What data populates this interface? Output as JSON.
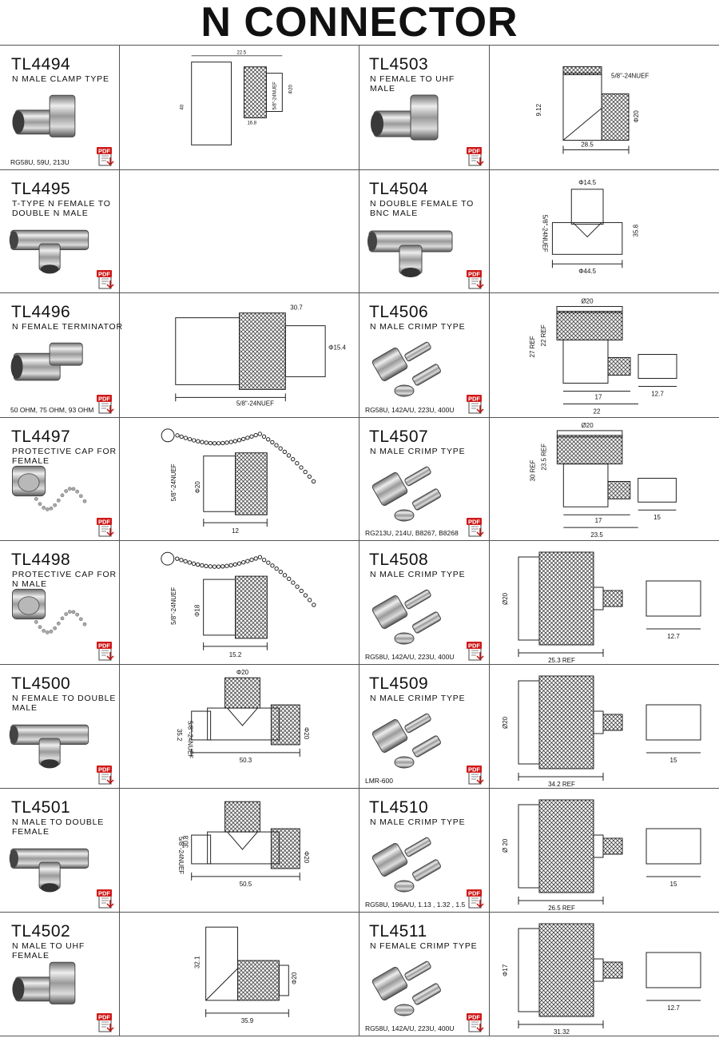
{
  "title": "N CONNECTOR",
  "pdf_label": "PDF",
  "rows": [
    {
      "left": {
        "code": "TL4494",
        "desc": "N MALE CLAMP TYPE",
        "cable": "RG58U, 59U, 213U",
        "dims": [
          "22.5",
          "16.8",
          "5/8\"-24NUEF",
          "Φ20",
          "40"
        ]
      },
      "right": {
        "code": "TL4503",
        "desc": "N FEMALE TO UHF MALE",
        "cable": "",
        "dims": [
          "5/8\"-24NUEF",
          "9.12",
          "Φ20",
          "28.5"
        ]
      }
    },
    {
      "left": {
        "code": "TL4495",
        "desc": "T-TYPE N FEMALE TO DOUBLE N MALE",
        "cable": "",
        "dims": []
      },
      "right": {
        "code": "TL4504",
        "desc": "N DOUBLE FEMALE TO BNC MALE",
        "cable": "",
        "dims": [
          "Φ14.5",
          "5/8\"-24NUEF",
          "35.8",
          "Φ44.5"
        ]
      }
    },
    {
      "left": {
        "code": "TL4496",
        "desc": "N FEMALE TERMINATOR",
        "cable": "50 OHM, 75 OHM, 93 OHM",
        "dims": [
          "5/8\"-24NUEF",
          "Φ15.4",
          "30.7"
        ]
      },
      "right": {
        "code": "TL4506",
        "desc": "N MALE CRIMP TYPE",
        "cable": "RG58U, 142A/U, 223U, 400U",
        "dims": [
          "Ø20",
          "27 REF",
          "22 REF",
          "17",
          "22",
          "12.7"
        ]
      }
    },
    {
      "left": {
        "code": "TL4497",
        "desc": "PROTECTIVE CAP FOR FEMALE",
        "cable": "",
        "dims": [
          "5/8\"-24NUEF",
          "Φ20",
          "12"
        ]
      },
      "right": {
        "code": "TL4507",
        "desc": "N MALE CRIMP TYPE",
        "cable": "RG213U, 214U, B8267, B8268",
        "dims": [
          "Ø20",
          "30 REF",
          "23.5 REF",
          "17",
          "23.5",
          "15"
        ]
      }
    },
    {
      "left": {
        "code": "TL4498",
        "desc": "PROTECTIVE CAP FOR N MALE",
        "cable": "",
        "dims": [
          "5/8\"-24NUEF",
          "Φ18",
          "15.2"
        ]
      },
      "right": {
        "code": "TL4508",
        "desc": "N MALE CRIMP TYPE",
        "cable": "RG58U, 142A/U, 223U, 400U",
        "dims": [
          "Ø20",
          "25.3 REF",
          "12.7"
        ]
      }
    },
    {
      "left": {
        "code": "TL4500",
        "desc": "N FEMALE TO DOUBLE MALE",
        "cable": "",
        "dims": [
          "Φ20",
          "35.2",
          "5/8\"-24NUEF",
          "Φ20",
          "50.3"
        ]
      },
      "right": {
        "code": "TL4509",
        "desc": "N MALE CRIMP TYPE",
        "cable": "LMR-600",
        "dims": [
          "Ø20",
          "34.2 REF",
          "15"
        ]
      }
    },
    {
      "left": {
        "code": "TL4501",
        "desc": "N MALE TO DOUBLE FEMALE",
        "cable": "",
        "dims": [
          "5/8\"-24NUEF",
          "30.8",
          "Φ20",
          "50.5"
        ]
      },
      "right": {
        "code": "TL4510",
        "desc": "N MALE CRIMP TYPE",
        "cable": "RG58U, 196A/U, 1.13 , 1.32 , 1.5",
        "dims": [
          "Ø 20",
          "26.5 REF",
          "15"
        ]
      }
    },
    {
      "left": {
        "code": "TL4502",
        "desc": "N MALE TO UHF FEMALE",
        "cable": "",
        "dims": [
          "32.1",
          "Φ20",
          "35.9"
        ]
      },
      "right": {
        "code": "TL4511",
        "desc": "N FEMALE CRIMP TYPE",
        "cable": "RG58U, 142A/U, 223U, 400U",
        "dims": [
          "Φ17",
          "31.32",
          "12.7"
        ]
      }
    }
  ]
}
